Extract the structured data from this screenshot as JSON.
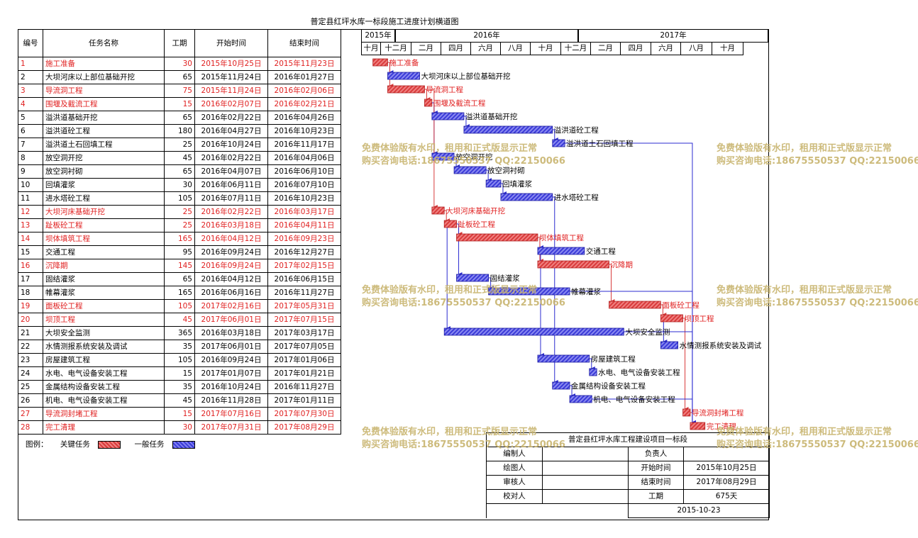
{
  "title": "普定县红坪水库一标段施工进度计划横道图",
  "headers": {
    "id": "编号",
    "name": "任务名称",
    "duration": "工期",
    "start": "开始时间",
    "end": "结束时间"
  },
  "years": [
    "2015年",
    "2016年",
    "2017年"
  ],
  "months": [
    "十月",
    "十二月",
    "二月",
    "四月",
    "六月",
    "八月",
    "十月",
    "十二月",
    "二月",
    "四月",
    "六月",
    "八月",
    "十月"
  ],
  "tasks": [
    {
      "id": "1",
      "name": "施工准备",
      "duration": "30",
      "start": "2015年10月25日",
      "end": "2015年11月23日",
      "critical": true
    },
    {
      "id": "2",
      "name": "大坝河床以上部位基础开挖",
      "duration": "65",
      "start": "2015年11月24日",
      "end": "2016年01月27日",
      "critical": false
    },
    {
      "id": "3",
      "name": "导流洞工程",
      "duration": "75",
      "start": "2015年11月24日",
      "end": "2016年02月06日",
      "critical": true
    },
    {
      "id": "4",
      "name": "围堰及截流工程",
      "duration": "15",
      "start": "2016年02月07日",
      "end": "2016年02月21日",
      "critical": true
    },
    {
      "id": "5",
      "name": "溢洪道基础开挖",
      "duration": "65",
      "start": "2016年02月22日",
      "end": "2016年04月26日",
      "critical": false
    },
    {
      "id": "6",
      "name": "溢洪道砼工程",
      "duration": "180",
      "start": "2016年04月27日",
      "end": "2016年10月23日",
      "critical": false
    },
    {
      "id": "7",
      "name": "溢洪道土石回填工程",
      "duration": "25",
      "start": "2016年10月24日",
      "end": "2016年11月17日",
      "critical": false
    },
    {
      "id": "8",
      "name": "放空洞开挖",
      "duration": "45",
      "start": "2016年02月22日",
      "end": "2016年04月06日",
      "critical": false
    },
    {
      "id": "9",
      "name": "放空洞衬砌",
      "duration": "65",
      "start": "2016年04月07日",
      "end": "2016年06月10日",
      "critical": false
    },
    {
      "id": "10",
      "name": "回填灌浆",
      "duration": "30",
      "start": "2016年06月11日",
      "end": "2016年07月10日",
      "critical": false
    },
    {
      "id": "11",
      "name": "进水塔砼工程",
      "duration": "105",
      "start": "2016年07月11日",
      "end": "2016年10月23日",
      "critical": false
    },
    {
      "id": "12",
      "name": "大坝河床基础开挖",
      "duration": "25",
      "start": "2016年02月22日",
      "end": "2016年03月17日",
      "critical": true
    },
    {
      "id": "13",
      "name": "趾板砼工程",
      "duration": "25",
      "start": "2016年03月18日",
      "end": "2016年04月11日",
      "critical": true
    },
    {
      "id": "14",
      "name": "坝体填筑工程",
      "duration": "165",
      "start": "2016年04月12日",
      "end": "2016年09月23日",
      "critical": true
    },
    {
      "id": "15",
      "name": "交通工程",
      "duration": "95",
      "start": "2016年09月24日",
      "end": "2016年12月27日",
      "critical": false
    },
    {
      "id": "16",
      "name": "沉降期",
      "duration": "145",
      "start": "2016年09月24日",
      "end": "2017年02月15日",
      "critical": true
    },
    {
      "id": "17",
      "name": "固结灌浆",
      "duration": "65",
      "start": "2016年04月12日",
      "end": "2016年06月15日",
      "critical": false
    },
    {
      "id": "18",
      "name": "帷幕灌浆",
      "duration": "165",
      "start": "2016年06月16日",
      "end": "2016年11月27日",
      "critical": false
    },
    {
      "id": "19",
      "name": "面板砼工程",
      "duration": "105",
      "start": "2017年02月16日",
      "end": "2017年05月31日",
      "critical": true
    },
    {
      "id": "20",
      "name": "坝顶工程",
      "duration": "45",
      "start": "2017年06月01日",
      "end": "2017年07月15日",
      "critical": true
    },
    {
      "id": "21",
      "name": "大坝安全监测",
      "duration": "365",
      "start": "2016年03月18日",
      "end": "2017年03月17日",
      "critical": false
    },
    {
      "id": "22",
      "name": "水情测报系统安装及调试",
      "duration": "35",
      "start": "2017年06月01日",
      "end": "2017年07月05日",
      "critical": false
    },
    {
      "id": "23",
      "name": "房屋建筑工程",
      "duration": "105",
      "start": "2016年09月24日",
      "end": "2017年01月06日",
      "critical": false
    },
    {
      "id": "24",
      "name": "水电、电气设备安装工程",
      "duration": "15",
      "start": "2017年01月07日",
      "end": "2017年01月21日",
      "critical": false
    },
    {
      "id": "25",
      "name": "金属结构设备安装工程",
      "duration": "35",
      "start": "2016年10月24日",
      "end": "2016年11月27日",
      "critical": false
    },
    {
      "id": "26",
      "name": "机电、电气设备安装工程",
      "duration": "45",
      "start": "2016年11月28日",
      "end": "2017年01月11日",
      "critical": false
    },
    {
      "id": "27",
      "name": "导流洞封堵工程",
      "duration": "15",
      "start": "2017年07月16日",
      "end": "2017年07月30日",
      "critical": true
    },
    {
      "id": "28",
      "name": "完工清理",
      "duration": "30",
      "start": "2017年07月31日",
      "end": "2017年08月29日",
      "critical": true
    }
  ],
  "legend": {
    "label": "图例：",
    "critical": "关键任务",
    "general": "一般任务"
  },
  "info": {
    "project": "普定县红坪水库工程建设项目一标段",
    "editor_label": "编制人",
    "editor_value": "",
    "responsible_label": "负责人",
    "responsible_value": "",
    "drafter_label": "绘图人",
    "drafter_value": "",
    "start_label": "开始时间",
    "start_value": "2015年10月25日",
    "reviewer_label": "审核人",
    "reviewer_value": "",
    "end_label": "结束时间",
    "end_value": "2017年08月29日",
    "checker_label": "校对人",
    "checker_value": "",
    "duration_label": "工期",
    "duration_value": "675天",
    "date": "2015-10-23"
  },
  "watermark": {
    "line1": "免费体验版有水印，租用和正式版显示正常",
    "line2": "购买咨询电话:18675550537 QQ:22150066"
  },
  "colors": {
    "critical": "#d83b3b",
    "general": "#3b3bd8",
    "critical_text": "#e02020",
    "watermark": "#c8b46e"
  }
}
